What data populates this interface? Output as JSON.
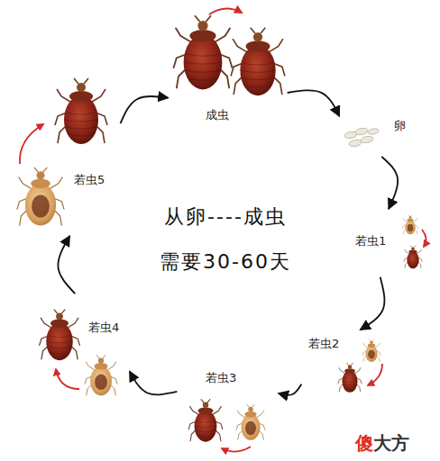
{
  "diagram": {
    "nodes": [
      {
        "text": [
          "成虫"
        ]
      },
      {
        "text": [
          "卵"
        ]
      },
      {
        "text": [
          "若虫1"
        ]
      },
      {
        "text": [
          "若虫2"
        ]
      },
      {
        "text": [
          "若虫3"
        ]
      },
      {
        "text": [
          "若虫4"
        ]
      },
      {
        "text": [
          "若虫5"
        ]
      }
    ],
    "edges": [
      {
        "from": 0,
        "to": 1,
        "arrow": "to"
      },
      {
        "from": 1,
        "to": 2,
        "arrow": "to"
      },
      {
        "from": 2,
        "to": 3,
        "arrow": "to"
      },
      {
        "from": 3,
        "to": 4,
        "arrow": "to"
      },
      {
        "from": 4,
        "to": 5,
        "arrow": "to"
      },
      {
        "from": 5,
        "to": 6,
        "arrow": "to"
      },
      {
        "from": 6,
        "to": 0,
        "arrow": "to"
      }
    ],
    "labels": [
      "从卵----成虫",
      "需要30-60天",
      "傻大方"
    ]
  }
}
